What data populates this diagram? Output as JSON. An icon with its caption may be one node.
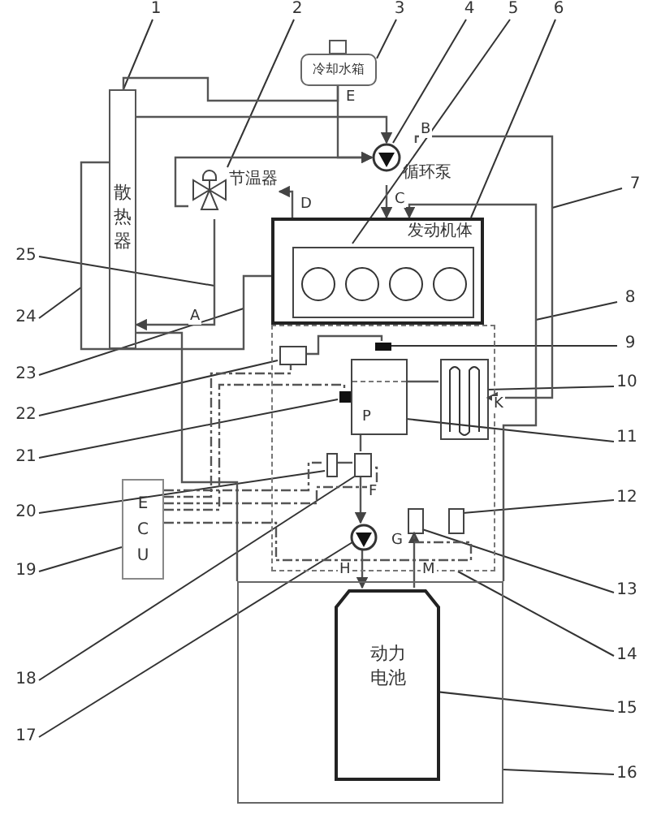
{
  "diagram": {
    "nodes": [
      {
        "text": [
          "1"
        ]
      },
      {
        "text": [
          "2"
        ]
      },
      {
        "text": [
          "3"
        ]
      },
      {
        "text": [
          "4"
        ]
      },
      {
        "text": [
          "5"
        ]
      },
      {
        "text": [
          "6"
        ]
      },
      {
        "text": [
          "7"
        ]
      },
      {
        "text": [
          "8"
        ]
      },
      {
        "text": [
          "9"
        ]
      },
      {
        "text": [
          "10"
        ]
      },
      {
        "text": [
          "11"
        ]
      },
      {
        "text": [
          "12"
        ]
      },
      {
        "text": [
          "13"
        ]
      },
      {
        "text": [
          "14"
        ]
      },
      {
        "text": [
          "15"
        ]
      },
      {
        "text": [
          "16"
        ]
      },
      {
        "text": [
          "17"
        ]
      },
      {
        "text": [
          "18"
        ]
      },
      {
        "text": [
          "19"
        ]
      },
      {
        "text": [
          "20"
        ]
      },
      {
        "text": [
          "21"
        ]
      },
      {
        "text": [
          "22"
        ]
      },
      {
        "text": [
          "23"
        ]
      },
      {
        "text": [
          "24"
        ]
      },
      {
        "text": [
          "25"
        ]
      },
      {
        "text": [
          "散热器"
        ]
      },
      {
        "text": [
          "冷却水箱"
        ]
      },
      {
        "text": [
          "节温器"
        ]
      },
      {
        "text": [
          "循环泵"
        ]
      },
      {
        "text": [
          "发动机体"
        ]
      },
      {
        "text": [],
        "shape": "box",
        "in": 29
      },
      {
        "text": [
          "E C U"
        ]
      },
      {
        "text": [],
        "shape": "box"
      },
      {
        "text": [],
        "shape": "box",
        "in": 32
      },
      {
        "text": [],
        "shape": "box",
        "in": 32
      },
      {
        "text": [],
        "shape": "box",
        "in": 32
      },
      {
        "text": [
          "P"
        ],
        "in": 32
      },
      {
        "text": [],
        "shape": "box",
        "in": 32
      },
      {
        "text": [],
        "shape": "box",
        "in": 32
      },
      {
        "text": [],
        "shape": "box",
        "in": 32
      },
      {
        "text": [],
        "shape": "box",
        "in": 32
      },
      {
        "text": [],
        "shape": "box",
        "in": 32
      },
      {
        "text": [],
        "shape": "circle",
        "in": 32
      },
      {
        "text": [],
        "shape": "box"
      },
      {
        "text": [
          "动力电池"
        ],
        "in": 43
      }
    ],
    "edges": [
      {
        "from": 0,
        "to": 25,
        "arrow": "none"
      },
      {
        "from": 1,
        "to": 27,
        "arrow": "none"
      },
      {
        "from": 2,
        "to": 26,
        "arrow": "none"
      },
      {
        "from": 3,
        "to": 28,
        "arrow": "none"
      },
      {
        "from": 4,
        "to": 30,
        "arrow": "none"
      },
      {
        "from": 5,
        "to": 29,
        "arrow": "none"
      },
      {
        "from": 6,
        "to": null,
        "arrow": "none"
      },
      {
        "from": 7,
        "to": null,
        "arrow": "none"
      },
      {
        "from": 8,
        "to": 34,
        "arrow": "none"
      },
      {
        "from": 9,
        "to": 37,
        "arrow": "none"
      },
      {
        "from": 10,
        "to": 36,
        "arrow": "none"
      },
      {
        "from": 11,
        "to": 41,
        "arrow": "none"
      },
      {
        "from": 12,
        "to": 40,
        "arrow": "none"
      },
      {
        "from": 13,
        "to": 32,
        "arrow": "none"
      },
      {
        "from": 14,
        "to": 44,
        "arrow": "none"
      },
      {
        "from": 15,
        "to": 43,
        "arrow": "none"
      },
      {
        "from": 16,
        "to": 42,
        "arrow": "none"
      },
      {
        "from": 17,
        "to": 39,
        "arrow": "none"
      },
      {
        "from": 18,
        "to": 31,
        "arrow": "none"
      },
      {
        "from": 19,
        "to": 38,
        "arrow": "none"
      },
      {
        "from": 20,
        "to": 35,
        "arrow": "none"
      },
      {
        "from": 21,
        "to": 33,
        "arrow": "none"
      },
      {
        "from": 22,
        "to": null,
        "arrow": "none"
      },
      {
        "from": 23,
        "to": null,
        "arrow": "none"
      },
      {
        "from": 24,
        "to": null,
        "arrow": "none"
      },
      {
        "from": 25,
        "to": 26,
        "arrow": "none"
      },
      {
        "from": 26,
        "to": 28,
        "arrow": "to"
      },
      {
        "from": 25,
        "to": 28,
        "arrow": "to"
      },
      {
        "from": 27,
        "to": 28,
        "arrow": "to"
      },
      {
        "from": 29,
        "to": 27,
        "arrow": "to"
      },
      {
        "from": 28,
        "to": 29,
        "arrow": "to"
      },
      {
        "from": 27,
        "to": 25,
        "arrow": "to"
      },
      {
        "from": 36,
        "to": 39,
        "arrow": "none"
      },
      {
        "from": 42,
        "to": 44,
        "arrow": "to"
      },
      {
        "from": 44,
        "to": 40,
        "arrow": "to"
      },
      {
        "from": 36,
        "to": 37,
        "arrow": "none"
      },
      {
        "from": 33,
        "to": 34,
        "arrow": "none"
      },
      {
        "from": 31,
        "to": 38,
        "arrow": "none",
        "style": "dashed"
      },
      {
        "from": 31,
        "to": 39,
        "arrow": "none",
        "style": "dashed"
      },
      {
        "from": 31,
        "to": 33,
        "arrow": "none",
        "style": "dashed"
      },
      {
        "from": 31,
        "to": 35,
        "arrow": "none",
        "style": "dashed"
      },
      {
        "from": 31,
        "to": 40,
        "arrow": "none",
        "style": "dashed"
      },
      {
        "from": 25,
        "to": 29,
        "arrow": "none"
      },
      {
        "from": 43,
        "to": 29,
        "arrow": "to"
      },
      {
        "from": 28,
        "to": 37,
        "arrow": "to"
      },
      {
        "from": 25,
        "to": 43,
        "arrow": "none"
      },
      {
        "from": 38,
        "to": 39,
        "arrow": "none"
      },
      {
        "from": 39,
        "to": 42,
        "arrow": "to"
      }
    ],
    "labels": [
      "E",
      "B",
      "D",
      "C",
      "A",
      "K",
      "F",
      "G",
      "H",
      "M"
    ]
  }
}
